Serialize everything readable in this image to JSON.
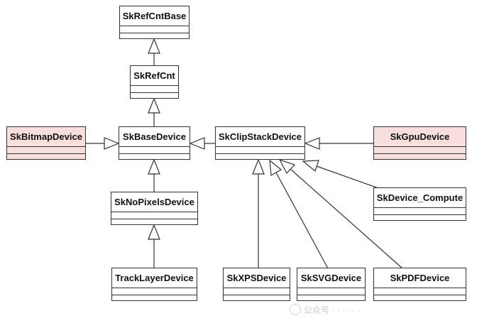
{
  "classes": {
    "refcntbase": "SkRefCntBase",
    "refcnt": "SkRefCnt",
    "bitmapdevice": "SkBitmapDevice",
    "basedevice": "SkBaseDevice",
    "clipstackdevice": "SkClipStackDevice",
    "gpudevice": "SkGpuDevice",
    "nopixelsdevice": "SkNoPixelsDevice",
    "device_compute": "SkDevice_Compute",
    "tracklayerdevice": "TrackLayerDevice",
    "xpsdevice": "SkXPSDevice",
    "svgdevice": "SkSVGDevice",
    "pdfdevice": "SkPDFDevice"
  },
  "inheritance": [
    {
      "child": "SkRefCnt",
      "parent": "SkRefCntBase"
    },
    {
      "child": "SkBaseDevice",
      "parent": "SkRefCnt"
    },
    {
      "child": "SkBitmapDevice",
      "parent": "SkBaseDevice"
    },
    {
      "child": "SkClipStackDevice",
      "parent": "SkBaseDevice"
    },
    {
      "child": "SkNoPixelsDevice",
      "parent": "SkBaseDevice"
    },
    {
      "child": "TrackLayerDevice",
      "parent": "SkNoPixelsDevice"
    },
    {
      "child": "SkGpuDevice",
      "parent": "SkClipStackDevice"
    },
    {
      "child": "SkDevice_Compute",
      "parent": "SkClipStackDevice"
    },
    {
      "child": "SkXPSDevice",
      "parent": "SkClipStackDevice"
    },
    {
      "child": "SkSVGDevice",
      "parent": "SkClipStackDevice"
    },
    {
      "child": "SkPDFDevice",
      "parent": "SkClipStackDevice"
    }
  ],
  "highlighted": [
    "SkBitmapDevice",
    "SkGpuDevice"
  ],
  "colors": {
    "highlight_fill": "#f9dede",
    "box_fill": "#ffffff",
    "line": "#333333"
  },
  "watermark": "公众号 · · · · · ·"
}
